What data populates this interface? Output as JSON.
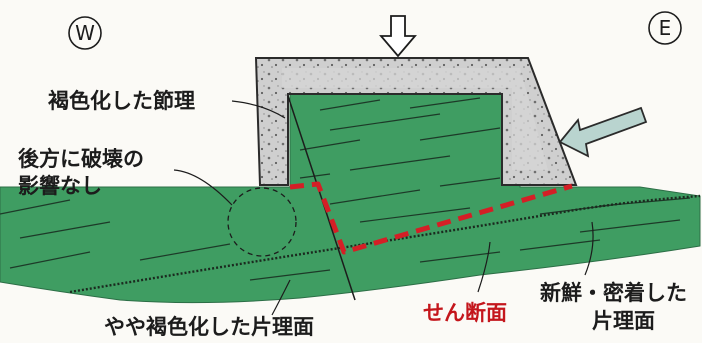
{
  "compass": {
    "west": "W",
    "east": "E"
  },
  "labels": {
    "discolored_joint": "褐色化した節理",
    "no_damage_line1": "後方に破壊の",
    "no_damage_line2": "影響なし",
    "shear_surface": "せん断面",
    "fresh_line1": "新鮮・密着した",
    "fresh_line2": "片理面",
    "slightly_discolored": "やや褐色化した片理面"
  },
  "icons": {
    "load_down": "down-arrow-icon",
    "load_side": "left-arrow-icon"
  },
  "colors": {
    "rock_green": "#3f9d62",
    "concrete_gray": "#cfcfcf",
    "shear_red": "#d41f26",
    "arrow_face": "#b9d4cf"
  }
}
